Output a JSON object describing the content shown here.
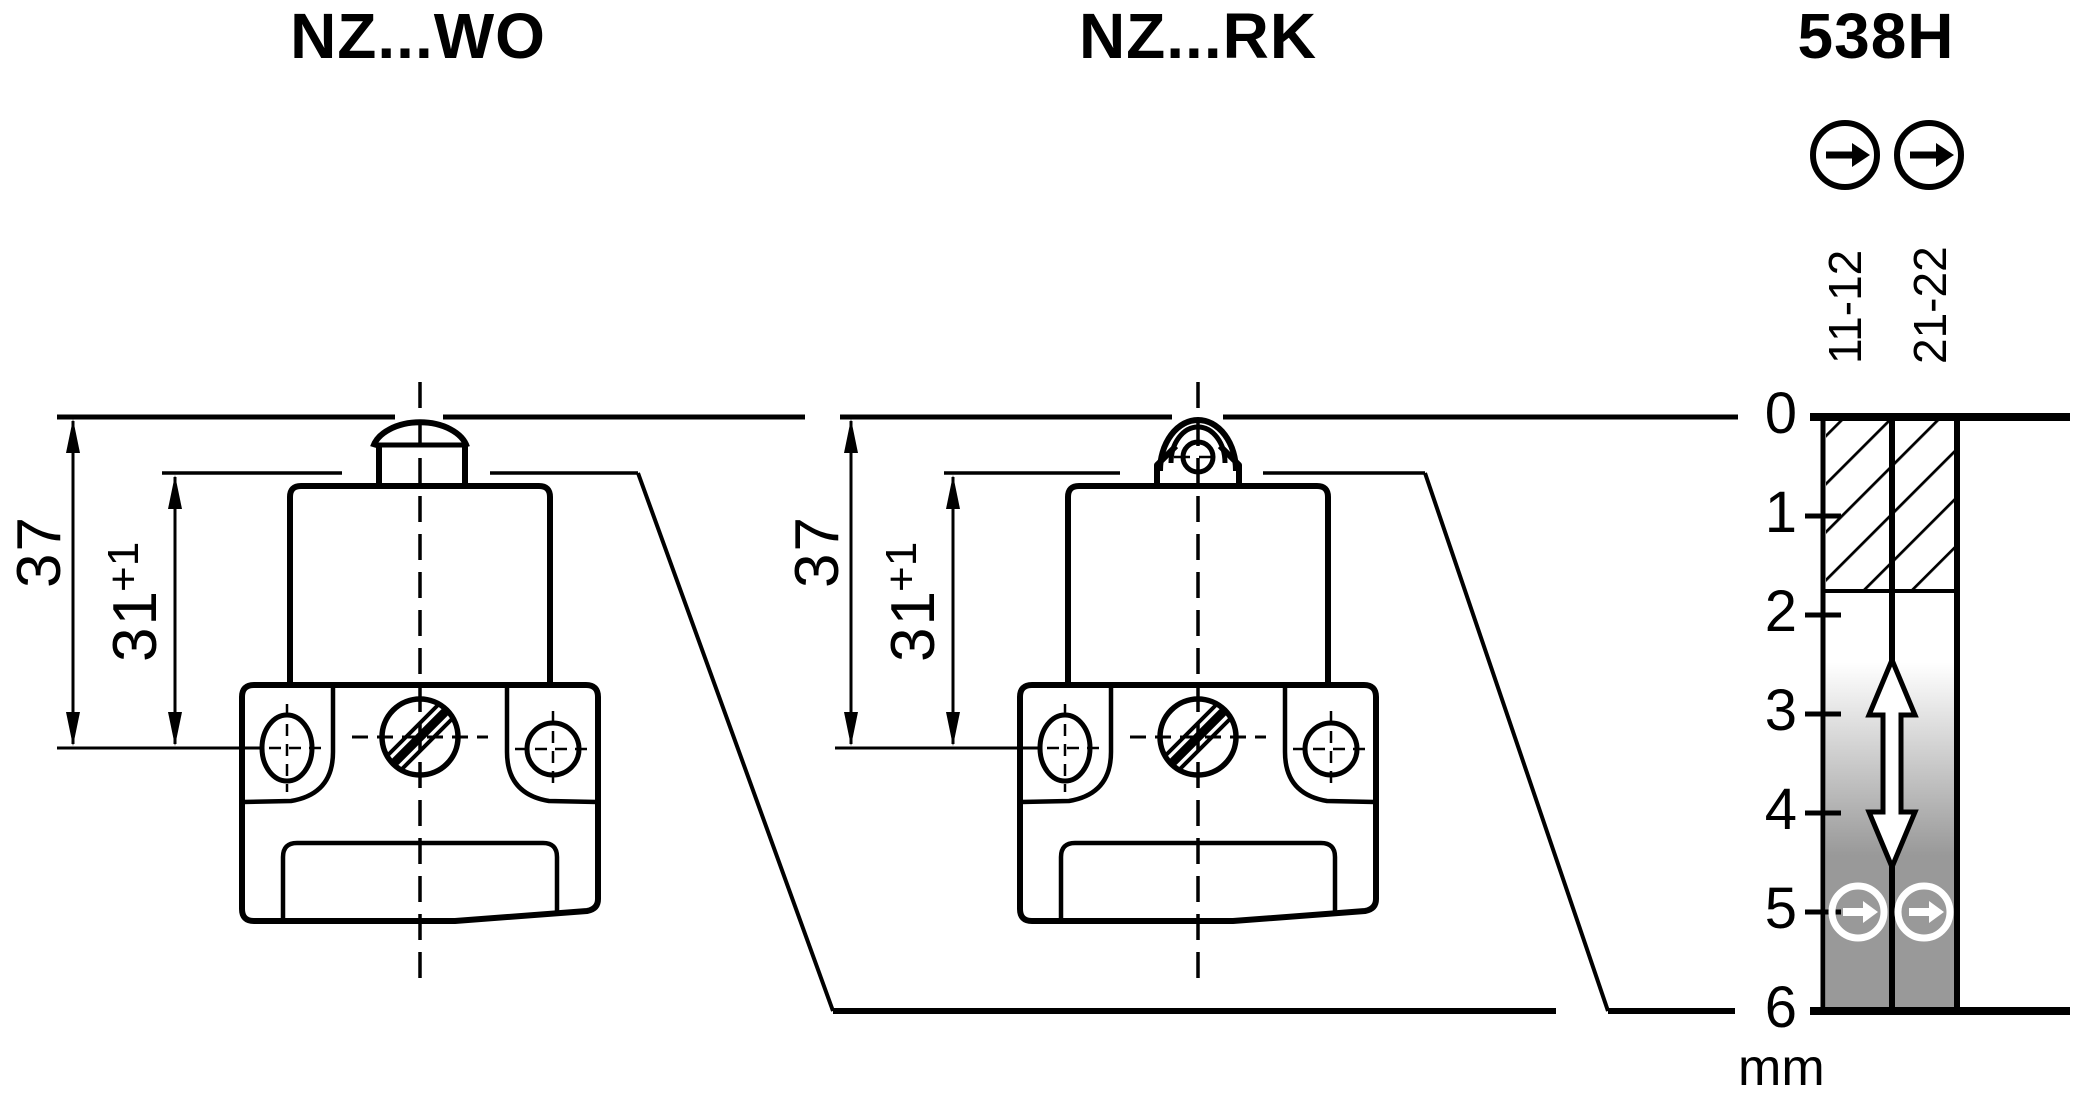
{
  "switches": [
    {
      "title": "NZ...WO",
      "actuator": "dome-plunger",
      "dims": {
        "total": "37",
        "travel": "31",
        "travel_sup": "+1"
      }
    },
    {
      "title": "NZ...RK",
      "actuator": "roller-plunger",
      "dims": {
        "total": "37",
        "travel": "31",
        "travel_sup": "+1"
      }
    }
  ],
  "diagram": {
    "title": "538H",
    "scale": {
      "unit": "mm",
      "ticks": [
        "0",
        "1",
        "2",
        "3",
        "4",
        "5",
        "6"
      ],
      "range_mm": [
        0,
        6
      ]
    },
    "contacts": [
      {
        "label": "11-12",
        "closed_hatched_zone_mm": [
          0,
          1.75
        ],
        "positive_opening_symbol_at_mm": 5
      },
      {
        "label": "21-22",
        "closed_hatched_zone_mm": [
          0,
          1.75
        ],
        "positive_opening_symbol_at_mm": 5
      }
    ],
    "travel_arrow_zone_mm": [
      2.5,
      4.55
    ],
    "icons": {
      "actuation_direction": "arrow-right-in-circle"
    }
  },
  "colors": {
    "line": "#000000",
    "background": "#ffffff",
    "column-gray": "#999999"
  }
}
